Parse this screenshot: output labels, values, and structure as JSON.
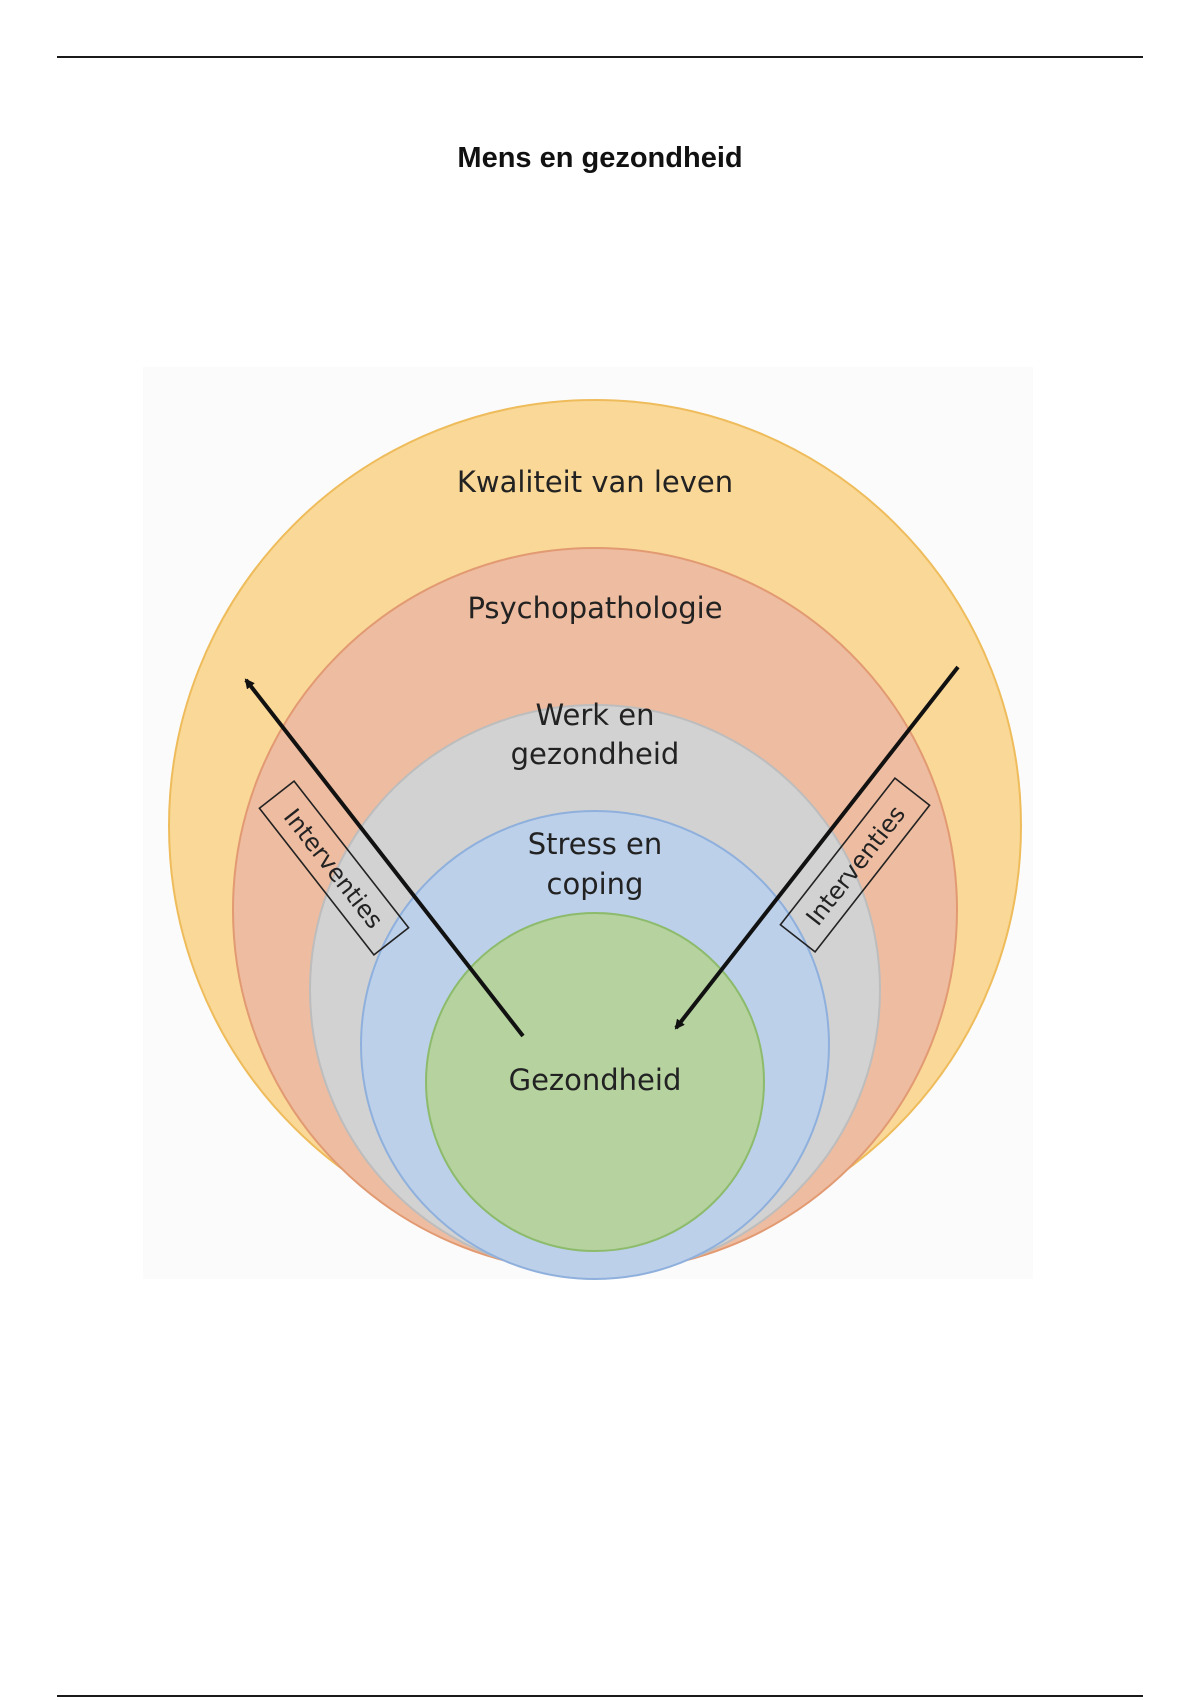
{
  "page": {
    "title": "Mens en gezondheid"
  },
  "diagram": {
    "rings": [
      {
        "label": "Kwaliteit van leven",
        "fill": "#f9d898",
        "stroke": "#efbc5c"
      },
      {
        "label": "Psychopathologie",
        "fill": "#eebca0",
        "stroke": "#e29a72"
      },
      {
        "label_lines": [
          "Werk en",
          "gezondheid"
        ],
        "fill": "#d2d2d2",
        "stroke": "#bdbdbd"
      },
      {
        "label_lines": [
          "Stress en",
          "coping"
        ],
        "fill": "#bcd0ea",
        "stroke": "#8fb0dc"
      },
      {
        "label": "Gezondheid",
        "fill": "#b5d29f",
        "stroke": "#8dbb6c"
      }
    ],
    "interventions": {
      "left_label": "Interventies",
      "right_label": "Interventies"
    },
    "arrow_color": "#111111"
  }
}
